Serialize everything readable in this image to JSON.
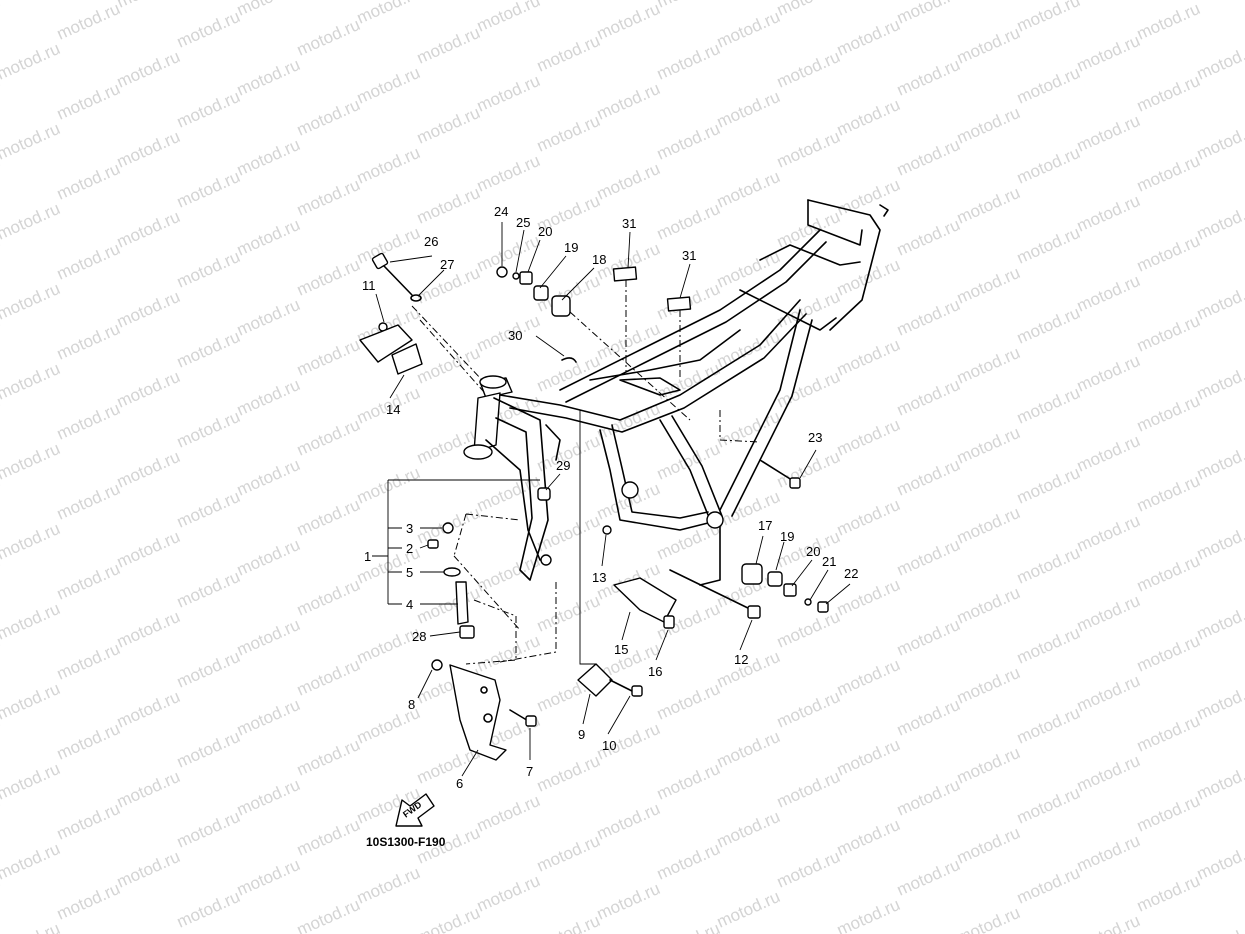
{
  "watermark": {
    "text": "motod.ru",
    "color": "#d4d4d4"
  },
  "diagram_code": "10S1300-F190",
  "fwd_label": "FWD",
  "callouts": [
    {
      "id": "1",
      "label": "1"
    },
    {
      "id": "2",
      "label": "2"
    },
    {
      "id": "3",
      "label": "3"
    },
    {
      "id": "4",
      "label": "4"
    },
    {
      "id": "5",
      "label": "5"
    },
    {
      "id": "6",
      "label": "6"
    },
    {
      "id": "7",
      "label": "7"
    },
    {
      "id": "8",
      "label": "8"
    },
    {
      "id": "9",
      "label": "9"
    },
    {
      "id": "10",
      "label": "10"
    },
    {
      "id": "11",
      "label": "11"
    },
    {
      "id": "12",
      "label": "12"
    },
    {
      "id": "13",
      "label": "13"
    },
    {
      "id": "14",
      "label": "14"
    },
    {
      "id": "15",
      "label": "15"
    },
    {
      "id": "16",
      "label": "16"
    },
    {
      "id": "17",
      "label": "17"
    },
    {
      "id": "18",
      "label": "18"
    },
    {
      "id": "19a",
      "label": "19"
    },
    {
      "id": "19b",
      "label": "19"
    },
    {
      "id": "20a",
      "label": "20"
    },
    {
      "id": "20b",
      "label": "20"
    },
    {
      "id": "21",
      "label": "21"
    },
    {
      "id": "22",
      "label": "22"
    },
    {
      "id": "23",
      "label": "23"
    },
    {
      "id": "24",
      "label": "24"
    },
    {
      "id": "25",
      "label": "25"
    },
    {
      "id": "26",
      "label": "26"
    },
    {
      "id": "27",
      "label": "27"
    },
    {
      "id": "28",
      "label": "28"
    },
    {
      "id": "29",
      "label": "29"
    },
    {
      "id": "30",
      "label": "30"
    },
    {
      "id": "31a",
      "label": "31"
    },
    {
      "id": "31b",
      "label": "31"
    }
  ]
}
